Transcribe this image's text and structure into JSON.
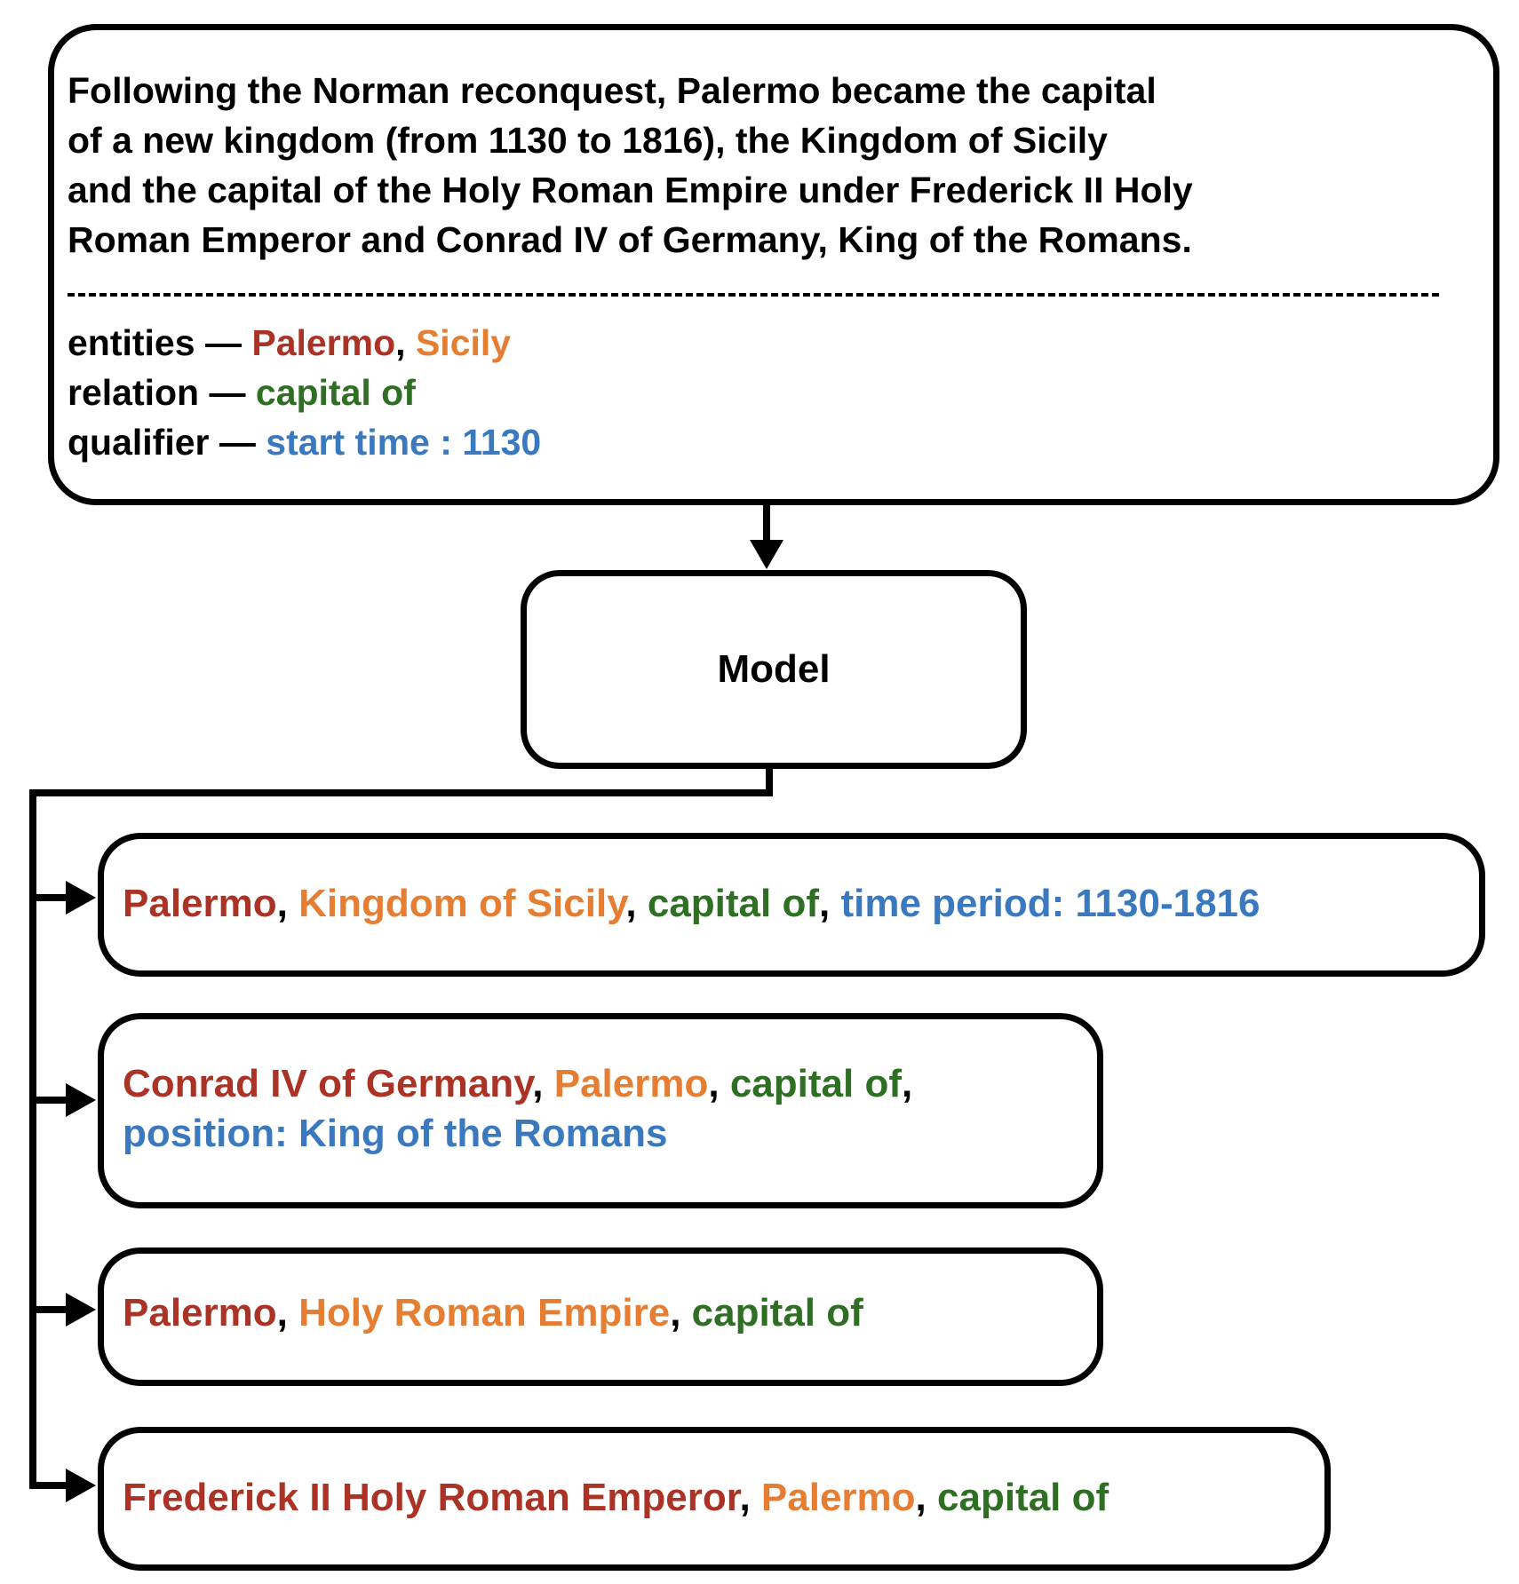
{
  "colors": {
    "head_entity": "#ab3326",
    "tail_entity": "#e57e32",
    "relation": "#2f6f24",
    "qualifier": "#3b79be",
    "punctuation": "#000000",
    "border": "#000000"
  },
  "input": {
    "passage_lines": [
      "Following the Norman reconquest, Palermo became the capital",
      "of a new kingdom (from 1130 to 1816), the Kingdom of Sicily",
      "and the capital of the Holy Roman Empire under Frederick II Holy",
      "Roman Emperor and Conrad IV of Germany, King of the Romans."
    ],
    "entities_label": "entities",
    "entities_sep": " — ",
    "entity_head": "Palermo",
    "entity_comma": ", ",
    "entity_tail": "Sicily",
    "relation_label": "relation",
    "relation_sep": " — ",
    "relation_value": "capital of",
    "qualifier_label": "qualifier",
    "qualifier_sep": " — ",
    "qualifier_value": "start time : 1130"
  },
  "model": {
    "label": "Model"
  },
  "outputs": [
    {
      "head": "Palermo",
      "sep1": ", ",
      "tail": "Kingdom of Sicily",
      "sep2": ", ",
      "relation": "capital of",
      "sep3": ", ",
      "qualifier": "time period: 1130-1816"
    },
    {
      "head": "Conrad IV of Germany",
      "sep1": ", ",
      "tail": "Palermo",
      "sep2": ", ",
      "relation": "capital of",
      "sep3": ",",
      "qualifier": "position: King of the Romans"
    },
    {
      "head": "Palermo",
      "sep1": ", ",
      "tail": "Holy Roman Empire",
      "sep2": ", ",
      "relation": "capital of"
    },
    {
      "head": "Frederick II Holy Roman Emperor",
      "sep1": ", ",
      "tail": "Palermo",
      "sep2": ", ",
      "relation": "capital of"
    }
  ]
}
